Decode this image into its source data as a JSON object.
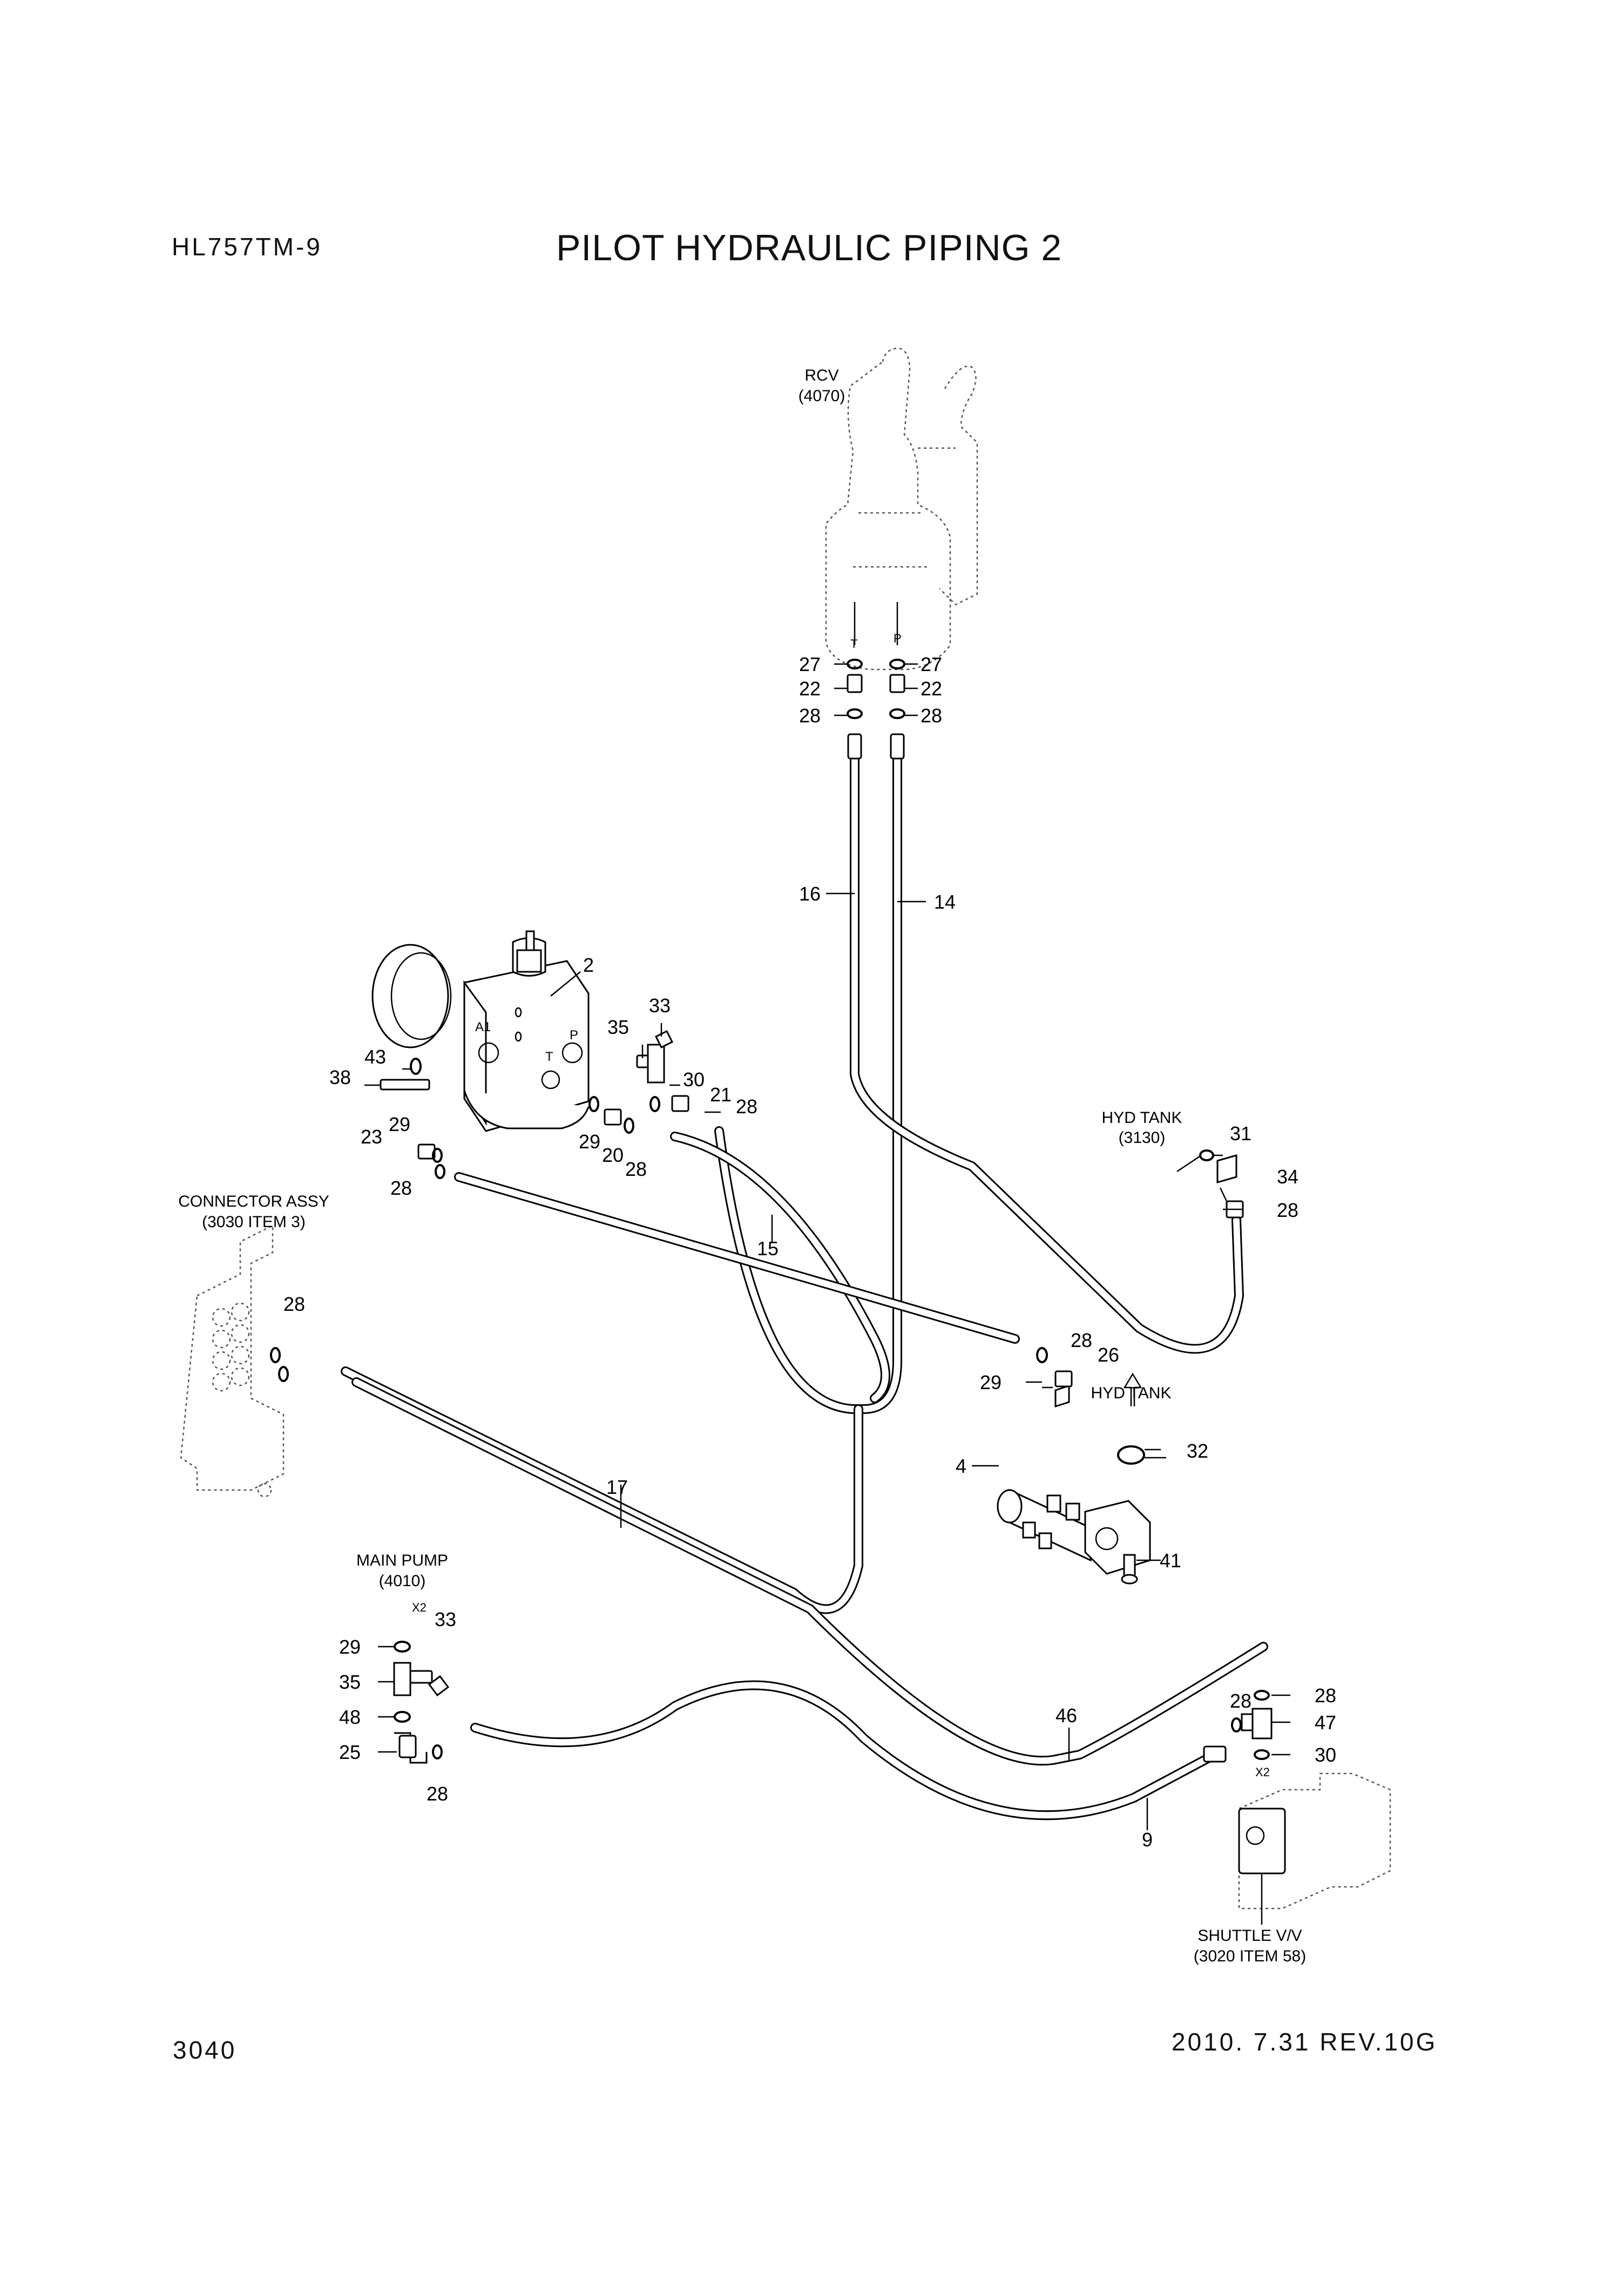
{
  "header": {
    "model": "HL757TM-9",
    "title": "PILOT HYDRAULIC PIPING 2"
  },
  "footer": {
    "page_number": "3040",
    "revision": "2010. 7.31  REV.10G"
  },
  "destinations": {
    "rcv": [
      "RCV",
      "(4070)"
    ],
    "hyd_tank_top": [
      "HYD TANK",
      "(3130)"
    ],
    "hyd_tank_block": [
      "HYD TANK"
    ],
    "connector_assy": [
      "CONNECTOR ASSY",
      "(3030 ITEM 3)"
    ],
    "main_pump": [
      "MAIN PUMP",
      "(4010)"
    ],
    "shuttle": [
      "SHUTTLE V/V",
      "(3020 ITEM 58)"
    ]
  },
  "port_labels": {
    "rcv_t": "T",
    "rcv_p": "P",
    "valve_a1": "A1",
    "valve_p": "P",
    "valve_t": "T",
    "pump_x2": "X2",
    "shuttle_x2": "X2"
  },
  "callouts": [
    "27",
    "22",
    "28",
    "27",
    "22",
    "28",
    "16",
    "14",
    "2",
    "33",
    "35",
    "43",
    "38",
    "30",
    "21",
    "28",
    "29",
    "23",
    "29",
    "20",
    "28",
    "28",
    "15",
    "31",
    "34",
    "28",
    "28",
    "28",
    "26",
    "29",
    "32",
    "4",
    "41",
    "17",
    "29",
    "33",
    "35",
    "48",
    "25",
    "28",
    "46",
    "28",
    "28",
    "47",
    "30",
    "9"
  ]
}
